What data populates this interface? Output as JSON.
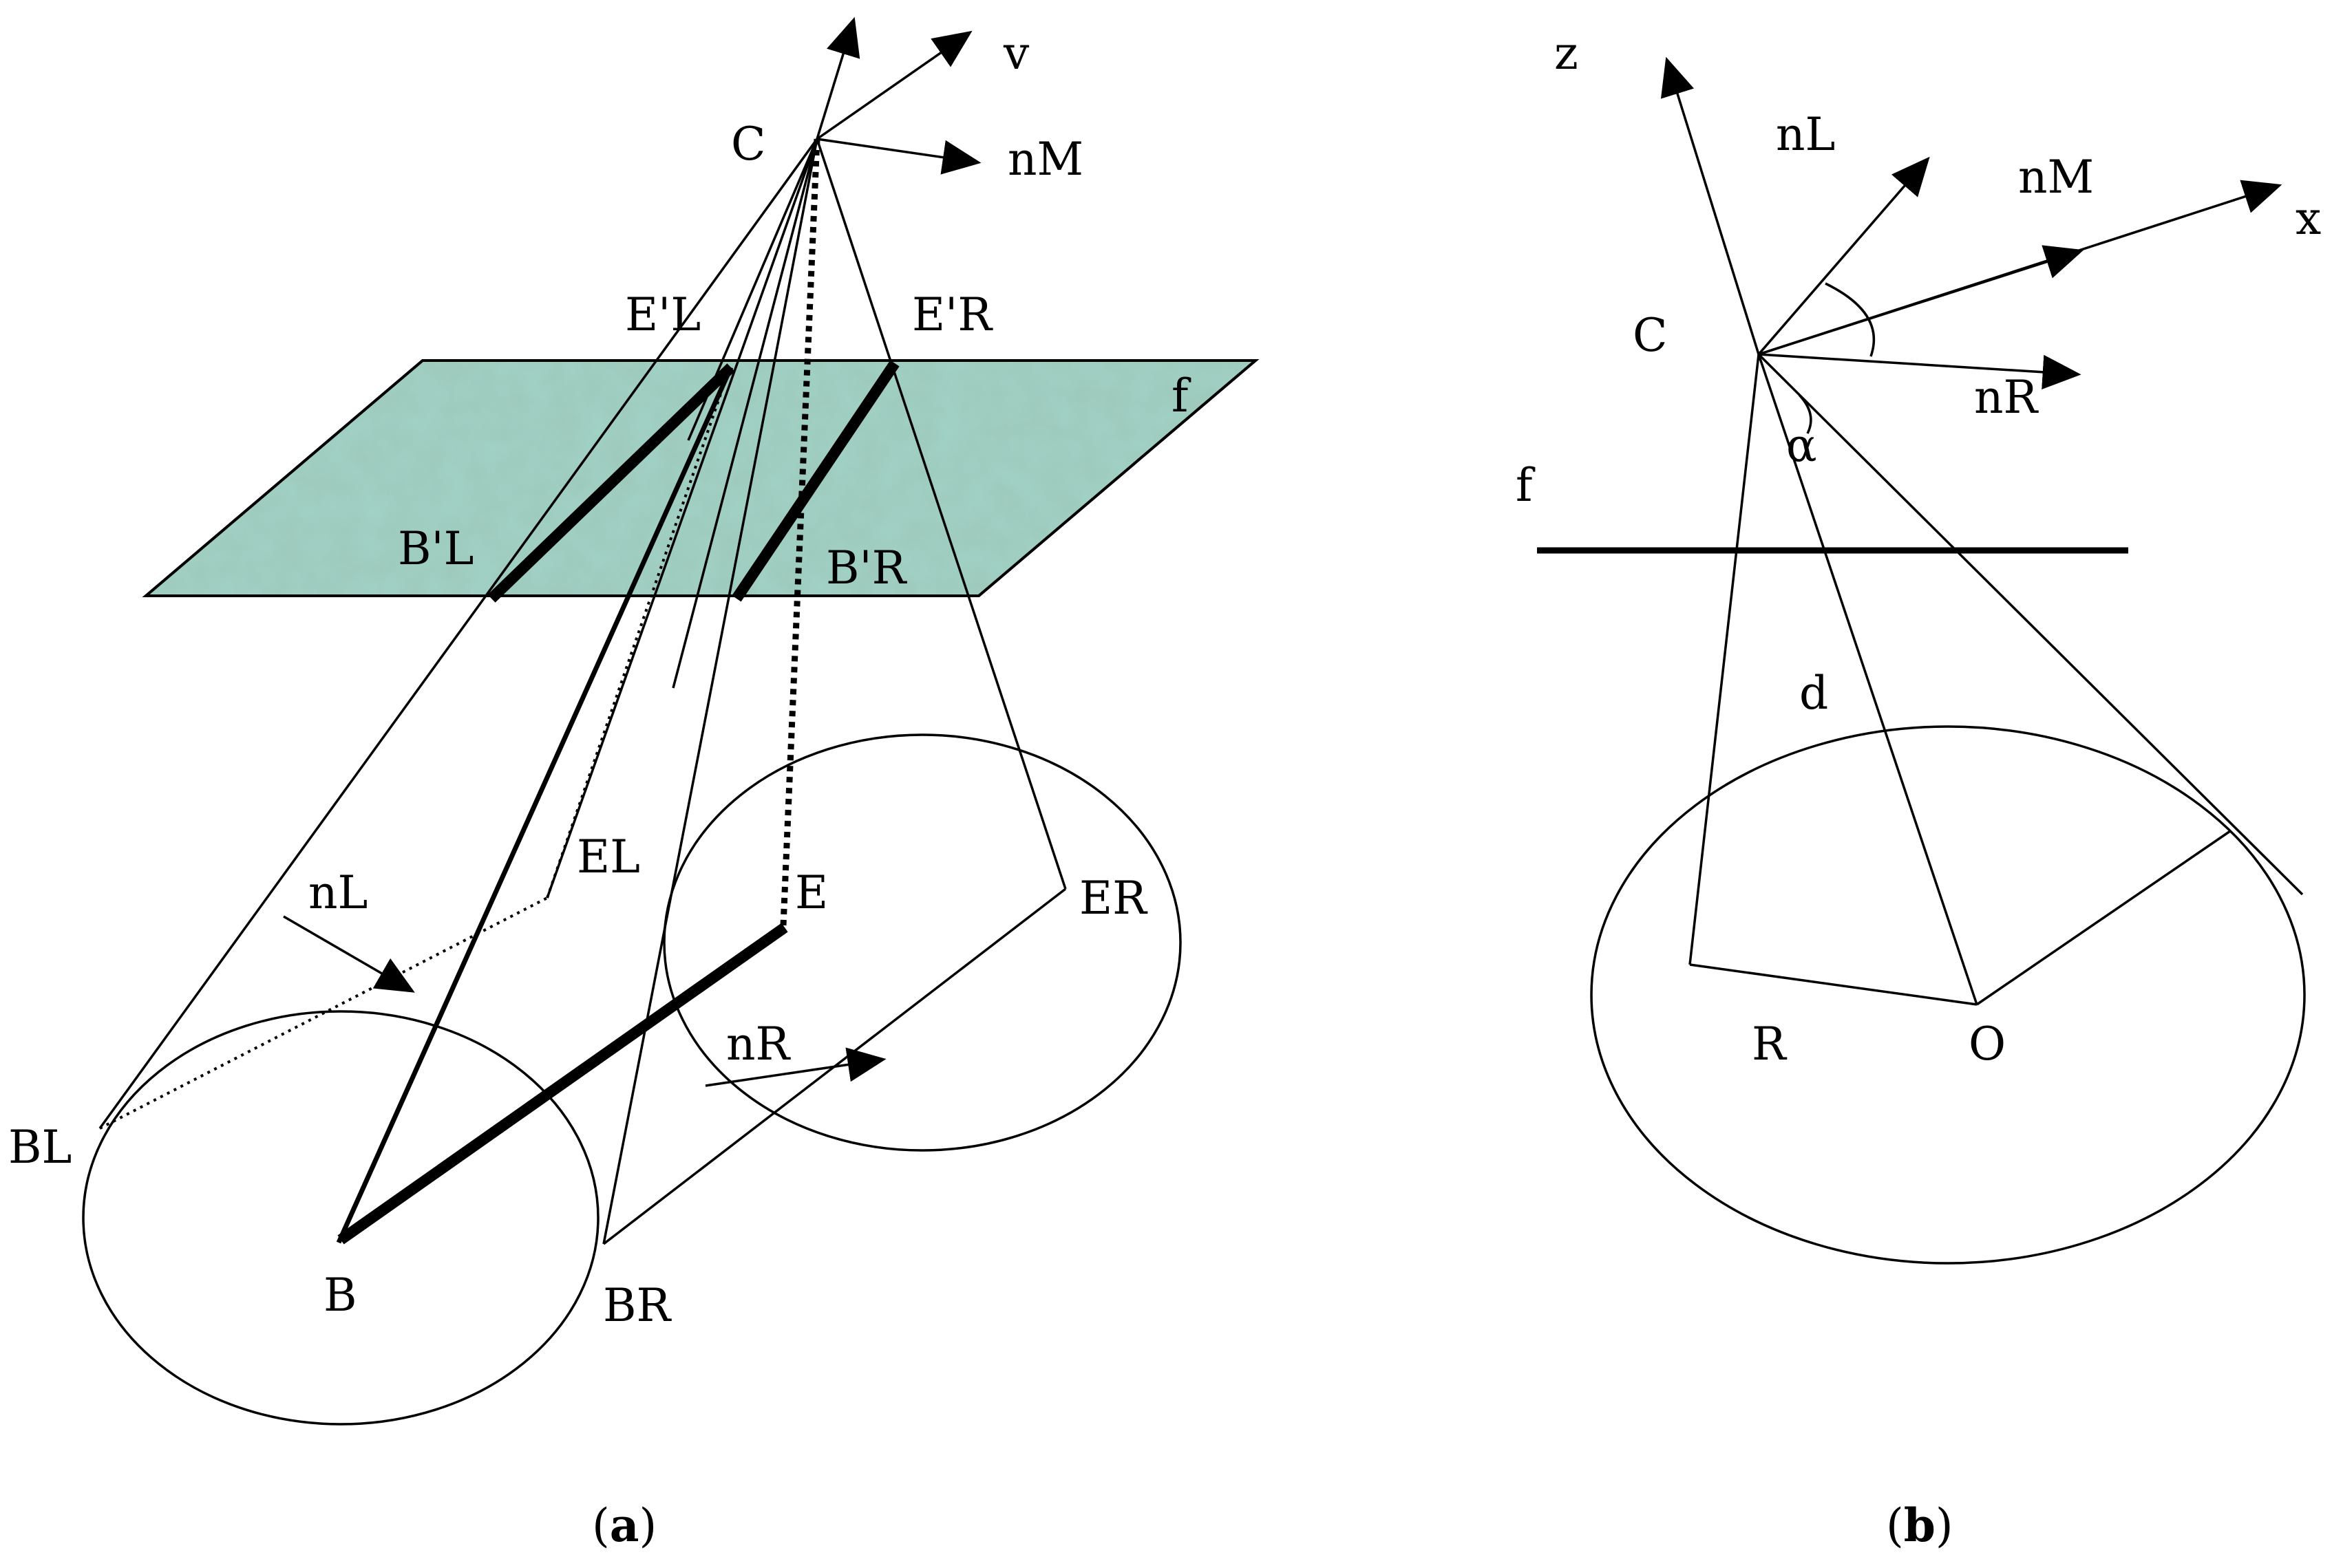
{
  "panel_a": {
    "caption_prefix": "(",
    "caption_letter": "a",
    "caption_suffix": ")",
    "labels": {
      "v": "v",
      "C": "C",
      "nM": "nM",
      "E_prime_L": "E'L",
      "E_prime_R": "E'R",
      "f": "f",
      "B_prime_L": "B'L",
      "B_prime_R": "B'R",
      "E_L": "EL",
      "E": "E",
      "E_R": "ER",
      "nL": "nL",
      "nR": "nR",
      "B_L": "BL",
      "B": "B",
      "B_R": "BR"
    },
    "plane_color": "#9ec9bc"
  },
  "panel_b": {
    "caption_prefix": "(",
    "caption_letter": "b",
    "caption_suffix": ")",
    "labels": {
      "z": "z",
      "nL": "nL",
      "nM": "nM",
      "x": "x",
      "C": "C",
      "nR": "nR",
      "alpha": "α",
      "f": "f",
      "d": "d",
      "R": "R",
      "O": "O"
    }
  }
}
